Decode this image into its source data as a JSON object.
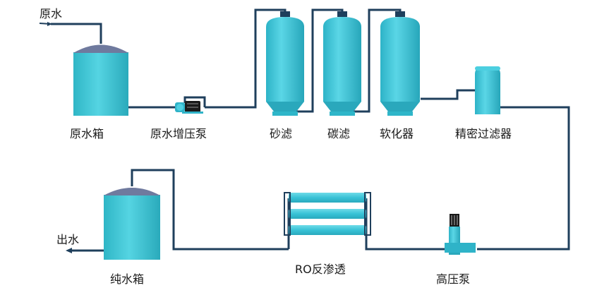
{
  "labels": {
    "raw_water_in": "原水",
    "raw_water_tank": "原水箱",
    "raw_booster_pump": "原水增压泵",
    "sand_filter": "砂滤",
    "carbon_filter": "碳滤",
    "softener": "软化器",
    "precision_filter": "精密过滤器",
    "high_pressure_pump": "高压泵",
    "ro_unit": "RO反渗透",
    "pure_water_tank": "纯水箱",
    "water_out": "出水"
  },
  "colors": {
    "pipe": "#1f3f5c",
    "tank_body": "#3fc7d6",
    "tank_top": "#6f7a9e",
    "vessel": "#3ec4d8",
    "pump_dark": "#1a1a1a",
    "membrane": "#36bfd4"
  }
}
